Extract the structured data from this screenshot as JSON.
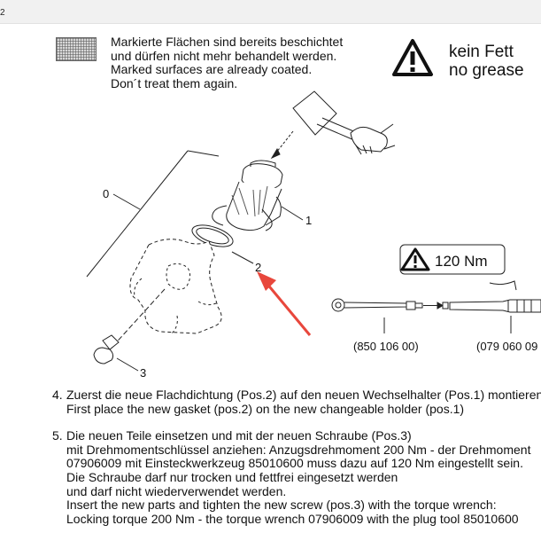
{
  "header": {
    "page_number": "2"
  },
  "notice": {
    "lines": [
      "Markierte Flächen sind bereits beschichtet",
      "und dürfen nicht mehr behandelt werden.",
      "Marked surfaces are already coated.",
      "Don´t treat them again."
    ],
    "swatch_icon": "hatched-swatch-icon"
  },
  "grease_warning": {
    "icon": "warning-triangle-icon",
    "line1": "kein Fett",
    "line2": "no grease"
  },
  "diagram": {
    "callouts": {
      "part0": "0",
      "part1": "1",
      "part2": "2",
      "part3": "3"
    },
    "torque_icon": "warning-triangle-icon",
    "torque_value": "120 Nm",
    "tool_part_number_1": "(850 106 00)",
    "tool_part_number_2": "(079 060 09",
    "arrow_color": "#e8473c"
  },
  "steps": [
    {
      "number": "4.",
      "lines": [
        "Zuerst die neue Flachdichtung (Pos.2) auf den neuen Wechselhalter (Pos.1) montieren",
        "First place the new gasket (pos.2) on the new changeable holder (pos.1)"
      ]
    },
    {
      "number": "5.",
      "lines": [
        "Die neuen Teile einsetzen und mit der neuen Schraube (Pos.3)",
        "mit Drehmomentschlüssel anziehen:  Anzugsdrehmoment 200 Nm - der Drehmoment",
        "07906009 mit Einsteckwerkzeug 85010600 muss dazu auf 120 Nm eingestellt sein.",
        "Die Schraube darf nur trocken und fettfrei eingesetzt werden",
        "und darf nicht wiederverwendet werden.",
        "Insert the new parts and tighten the new screw (pos.3) with the torque wrench:",
        "Locking torque 200 Nm - the torque wrench 07906009 with the plug tool 85010600"
      ]
    }
  ]
}
